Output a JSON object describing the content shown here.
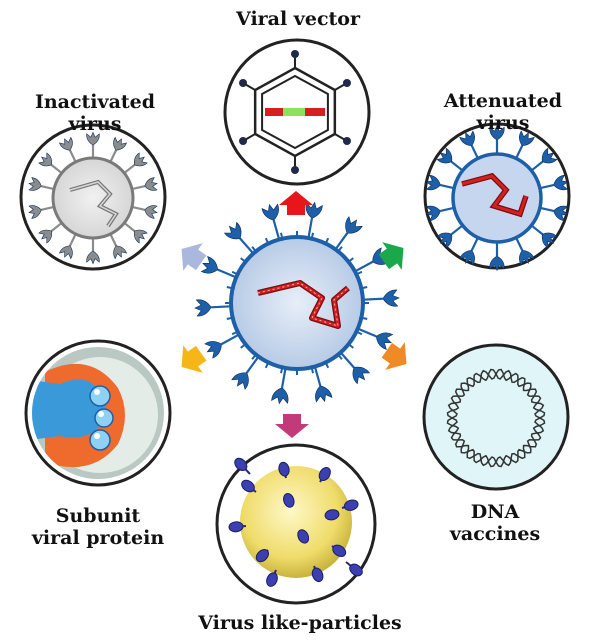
{
  "labels": {
    "center": "Viral vector",
    "inactivated_l1": "Inactivated",
    "inactivated_l2": "virus",
    "attenuated_l1": "Attenuated",
    "attenuated_l2": "virus",
    "subunit_l1": "Subunit",
    "subunit_l2": "viral protein",
    "dna_l1": "DNA",
    "dna_l2": "vaccines",
    "vlp": "Virus like-particles"
  },
  "colors": {
    "arrow_top": "#e8151b",
    "arrow_right_up": "#1aa84a",
    "arrow_right_down": "#f08a24",
    "arrow_bottom": "#c23a7a",
    "arrow_left_down": "#f7b617",
    "arrow_left_up": "#a9b8dc",
    "virus_blue": "#1d5fa8",
    "virus_fill": "#c9d9ee",
    "rna_red": "#d42020",
    "inactivated_grey": "#8c8c8c",
    "dna_bg": "#dff5f7",
    "subunit_orange": "#ef6b2d",
    "subunit_blue": "#3a9ad9",
    "vlp_yellow": "#f2e27a"
  }
}
